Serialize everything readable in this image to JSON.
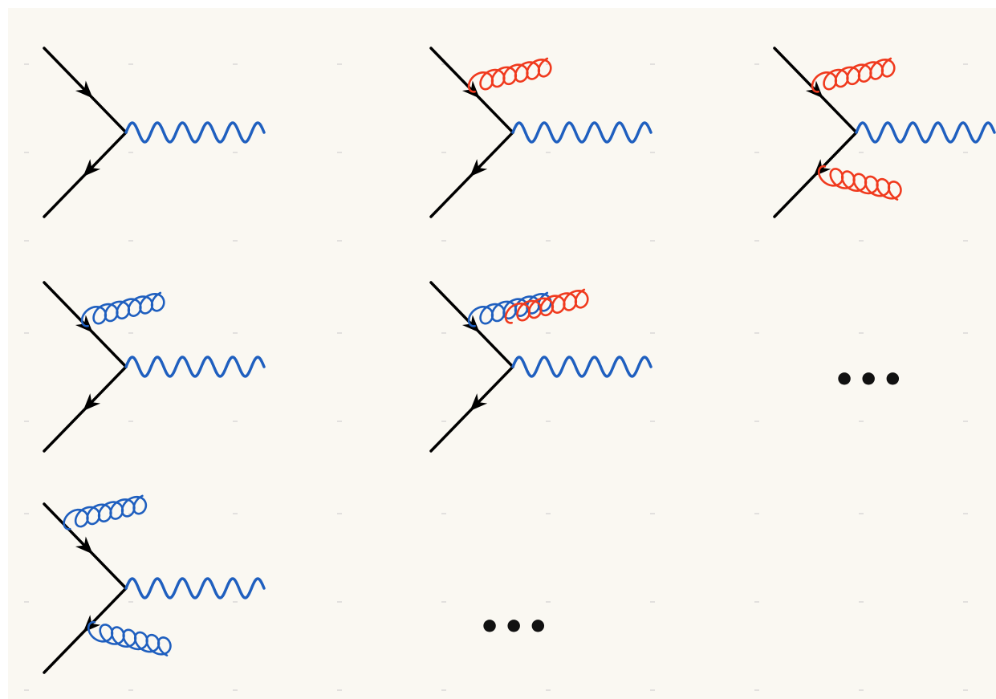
{
  "colors": {
    "background": "#faf8f2",
    "fermion": "#000000",
    "photon": "#1f5fbf",
    "gluon_blue": "#1f5fbf",
    "gluon_red": "#f03a1e",
    "grid_dash": "#c9c9c9"
  },
  "diagrams": [
    {
      "name": "diagram-born-vertex",
      "row": 1,
      "col": 1,
      "gluons": []
    },
    {
      "name": "diagram-one-red-gluon-incoming",
      "row": 1,
      "col": 2,
      "gluons": [
        {
          "leg": "incoming",
          "color": "red"
        }
      ]
    },
    {
      "name": "diagram-two-red-gluons",
      "row": 1,
      "col": 3,
      "gluons": [
        {
          "leg": "incoming",
          "color": "red"
        },
        {
          "leg": "outgoing",
          "color": "red"
        }
      ]
    },
    {
      "name": "diagram-one-blue-gluon-incoming",
      "row": 2,
      "col": 1,
      "gluons": [
        {
          "leg": "incoming",
          "color": "blue"
        }
      ]
    },
    {
      "name": "diagram-blue-and-red-gluons-incoming",
      "row": 2,
      "col": 2,
      "gluons": [
        {
          "leg": "incoming",
          "color": "blue"
        },
        {
          "leg": "incoming",
          "color": "red"
        }
      ]
    },
    {
      "name": "diagram-two-blue-gluons",
      "row": 3,
      "col": 1,
      "gluons": [
        {
          "leg": "incoming",
          "color": "blue"
        },
        {
          "leg": "outgoing",
          "color": "blue"
        }
      ]
    }
  ],
  "ellipses": [
    {
      "name": "ellipsis-row-2",
      "text": "•••"
    },
    {
      "name": "ellipsis-row-3",
      "text": "•••"
    }
  ]
}
